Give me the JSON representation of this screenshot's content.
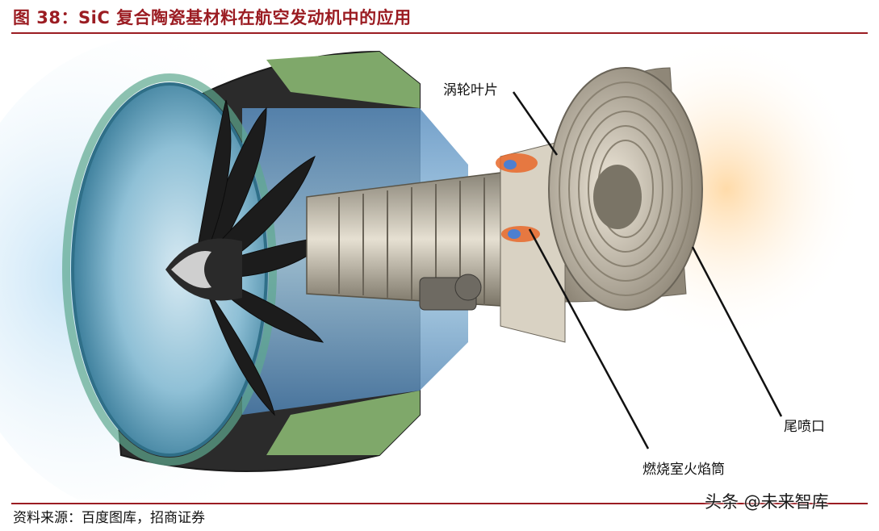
{
  "header": {
    "title": "图 38：SiC 复合陶瓷基材料在航空发动机中的应用"
  },
  "labels": {
    "turbine_blade": "涡轮叶片",
    "combustor_liner": "燃烧室火焰筒",
    "tail_nozzle": "尾喷口"
  },
  "footer": {
    "source": "资料来源：百度图库，招商证券"
  },
  "watermark": {
    "text": "头条 @未来智库"
  },
  "colors": {
    "accent": "#9b1c22",
    "fan_blue": "#3f7fb7",
    "bypass_green": "#7fa86a",
    "combustion_orange": "#e8692a",
    "metal": "#b9b2a3"
  }
}
